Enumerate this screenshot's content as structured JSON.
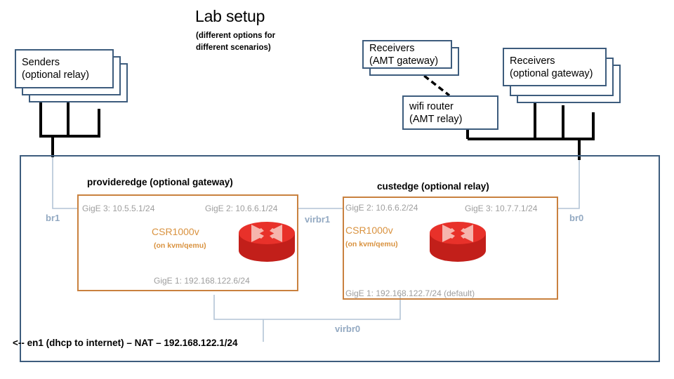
{
  "title": {
    "main": "Lab setup",
    "sub_line1": "(different options for",
    "sub_line2": "different scenarios)"
  },
  "colors": {
    "endpoint_border": "#3d5c7d",
    "host_border": "#3d5c7d",
    "router_border": "#c9813f",
    "router_text": "#d9923f",
    "interface_text": "#9e9e9e",
    "bridge_text": "#93a9c2",
    "wire_black": "#000000",
    "wire_blue": "#b3c4d6",
    "router_icon_red": "#e8312a",
    "router_icon_arrow": "#f6b5ad"
  },
  "endpoints": [
    {
      "id": "senders",
      "line1": "Senders",
      "line2": "(optional relay)",
      "stack": 3
    },
    {
      "id": "receivers-amt-gateway",
      "line1": "Receivers",
      "line2": "(AMT gateway)",
      "stack": 2
    },
    {
      "id": "wifi-router",
      "line1": "wifi router",
      "line2": "(AMT relay)",
      "stack": 1
    },
    {
      "id": "receivers-optional-gateway",
      "line1": "Receivers",
      "line2": "(optional gateway)",
      "stack": 3
    }
  ],
  "routers": [
    {
      "id": "provideredge",
      "label": "provideredge (optional gateway)",
      "name": "CSR1000v",
      "platform": "(on kvm/qemu)",
      "if_left": "GigE 3: 10.5.5.1/24",
      "if_right": "GigE 2: 10.6.6.1/24",
      "if_bottom": "GigE 1: 192.168.122.6/24",
      "icon": "cisco-router-icon"
    },
    {
      "id": "custedge",
      "label": "custedge (optional relay)",
      "name": "CSR1000v",
      "platform": "(on kvm/qemu)",
      "if_left": "GigE 2: 10.6.6.2/24",
      "if_right": "GigE 3: 10.7.7.1/24",
      "if_bottom": "GigE 1: 192.168.122.7/24 (default)",
      "icon": "cisco-router-icon"
    }
  ],
  "bridges": [
    {
      "id": "br1",
      "label": "br1"
    },
    {
      "id": "virbr1",
      "label": "virbr1"
    },
    {
      "id": "br0",
      "label": "br0"
    },
    {
      "id": "virbr0",
      "label": "virbr0"
    }
  ],
  "nat": {
    "text": "<-- en1 (dhcp to internet) – NAT – 192.168.122.1/24"
  }
}
